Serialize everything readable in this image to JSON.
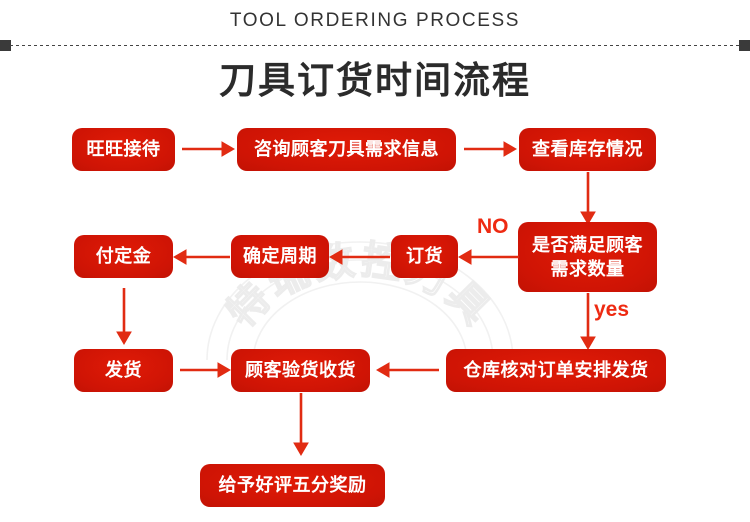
{
  "header": {
    "english_title": "TOOL ORDERING PROCESS",
    "chinese_title": "刀具订货时间流程"
  },
  "watermark": {
    "text": "特瑞数控刀具"
  },
  "colors": {
    "node_red": "#d01505",
    "arrow_red": "#e12b12",
    "title_dark": "#2b2b2b",
    "divider_cap": "#3a3a3a",
    "watermark_gray": "#ececec"
  },
  "flow": {
    "nodes": [
      {
        "id": "n1",
        "label": "旺旺接待"
      },
      {
        "id": "n2",
        "label": "咨询顾客刀具需求信息"
      },
      {
        "id": "n3",
        "label": "查看库存情况"
      },
      {
        "id": "n4",
        "label": "是否满足顾客需求数量",
        "line1": "是否满足顾客",
        "line2": "需求数量"
      },
      {
        "id": "n5",
        "label": "订货"
      },
      {
        "id": "n6",
        "label": "确定周期"
      },
      {
        "id": "n7",
        "label": "付定金"
      },
      {
        "id": "n8",
        "label": "发货"
      },
      {
        "id": "n9",
        "label": "顾客验货收货"
      },
      {
        "id": "n10",
        "label": "仓库核对订单安排发货"
      },
      {
        "id": "n11",
        "label": "给予好评五分奖励"
      }
    ],
    "branch_labels": {
      "no": "NO",
      "yes": "yes"
    }
  }
}
